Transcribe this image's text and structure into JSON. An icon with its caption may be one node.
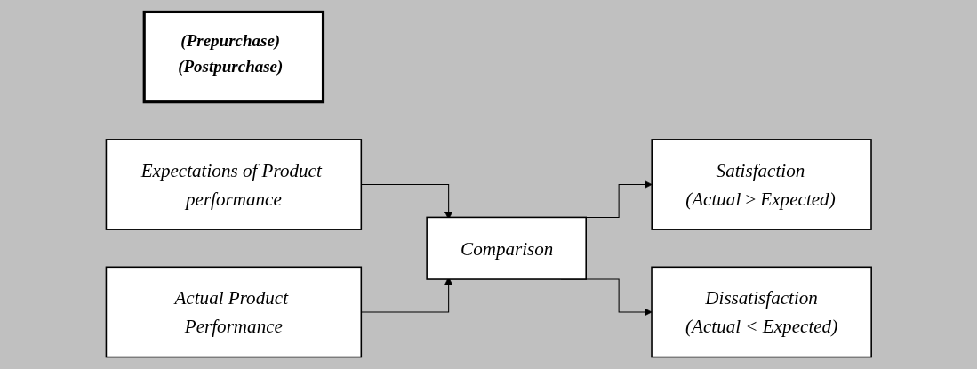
{
  "diagram": {
    "nodes": [
      {
        "text": [
          "(Prepurchase)",
          "(Postpurchase)"
        ]
      },
      {
        "text": [
          "Expectations of Product performance"
        ]
      },
      {
        "text": [
          "Actual Product Performance"
        ]
      },
      {
        "text": [
          "Comparison"
        ]
      },
      {
        "text": [
          "Satisfaction",
          "(Actual ≥ Expected)"
        ]
      },
      {
        "text": [
          "Dissatisfaction",
          "(Actual < Expected)"
        ]
      }
    ],
    "edges": [
      {
        "from": 1,
        "to": 3,
        "arrow": "to"
      },
      {
        "from": 2,
        "to": 3,
        "arrow": "to"
      },
      {
        "from": 3,
        "to": 4,
        "arrow": "to"
      },
      {
        "from": 3,
        "to": 5,
        "arrow": "to"
      }
    ]
  }
}
